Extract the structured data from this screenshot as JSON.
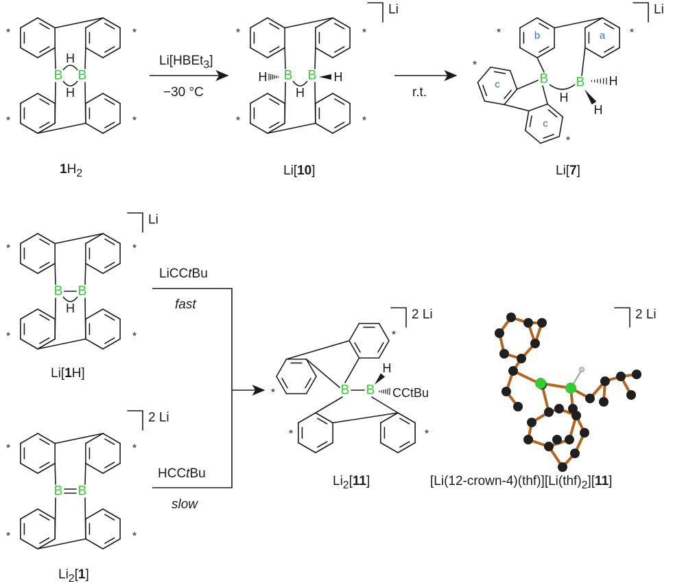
{
  "compounds": {
    "c1H2": {
      "num": "1",
      "suffix": "H",
      "sub": "2"
    },
    "c10": {
      "pre": "Li[",
      "num": "10",
      "post": "]"
    },
    "c7": {
      "pre": "Li[",
      "num": "7",
      "post": "]"
    },
    "c1H": {
      "pre": "Li[",
      "num": "1",
      "post": "H]"
    },
    "c1": {
      "pre": "Li",
      "sub": "2",
      "mid": "[",
      "num": "1",
      "post": "]"
    },
    "c11": {
      "pre": "Li",
      "sub": "2",
      "mid": "[",
      "num": "11",
      "post": "]"
    },
    "crystal": {
      "a": "[Li(12-crown-4)(thf)][Li(thf)",
      "sub": "2",
      "b": "][",
      "num": "11",
      "c": "]"
    }
  },
  "conditions": {
    "r1_reagent": "Li[HBEt",
    "r1_reagent_sub": "3",
    "r1_reagent_end": "]",
    "r1_temp": "−30 °C",
    "r2": "r.t.",
    "r3_reagent_a": "LiCC",
    "r3_reagent_it": "t",
    "r3_reagent_b": "Bu",
    "r3_rate": "fast",
    "r4_reagent_a": "HCC",
    "r4_reagent_it": "t",
    "r4_reagent_b": "Bu",
    "r4_rate": "slow"
  },
  "atoms": {
    "boron": "B",
    "hydrogen": "H",
    "star": "*",
    "cctbu": "CCtBu"
  },
  "charges": {
    "li": "Li",
    "li2": "2 Li"
  },
  "ring_labels": {
    "a": "a",
    "b": "b",
    "c": "c"
  },
  "colors": {
    "boron": "#33cc33",
    "ring_label": "#3370b5",
    "bond": "#1a1a1a",
    "crystal_atom": "#1f1f1f",
    "crystal_bond": "#b5651d"
  }
}
